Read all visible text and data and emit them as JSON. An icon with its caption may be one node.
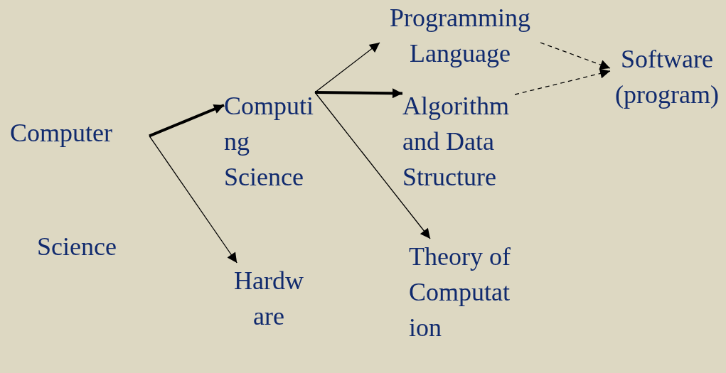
{
  "diagram": {
    "nodes": [
      {
        "text": [
          "Computer",
          "Science"
        ]
      },
      {
        "text": [
          "Computing Science"
        ]
      },
      {
        "text": [
          "Hardware"
        ]
      },
      {
        "text": [
          "Programming Language"
        ]
      },
      {
        "text": [
          "Algorithm and Data Structure"
        ]
      },
      {
        "text": [
          "Theory of Computation"
        ]
      },
      {
        "text": [
          "Software (program)"
        ]
      }
    ],
    "edges": [
      {
        "from": 0,
        "to": 1,
        "arrow": "to",
        "style": "thick"
      },
      {
        "from": 0,
        "to": 2,
        "arrow": "to"
      },
      {
        "from": 1,
        "to": 3,
        "arrow": "to"
      },
      {
        "from": 1,
        "to": 4,
        "arrow": "to",
        "style": "thick"
      },
      {
        "from": 1,
        "to": 5,
        "arrow": "to"
      },
      {
        "from": 3,
        "to": 6,
        "arrow": "to",
        "style": "dashed"
      },
      {
        "from": 4,
        "to": 6,
        "arrow": "to",
        "style": "dashed"
      }
    ]
  }
}
